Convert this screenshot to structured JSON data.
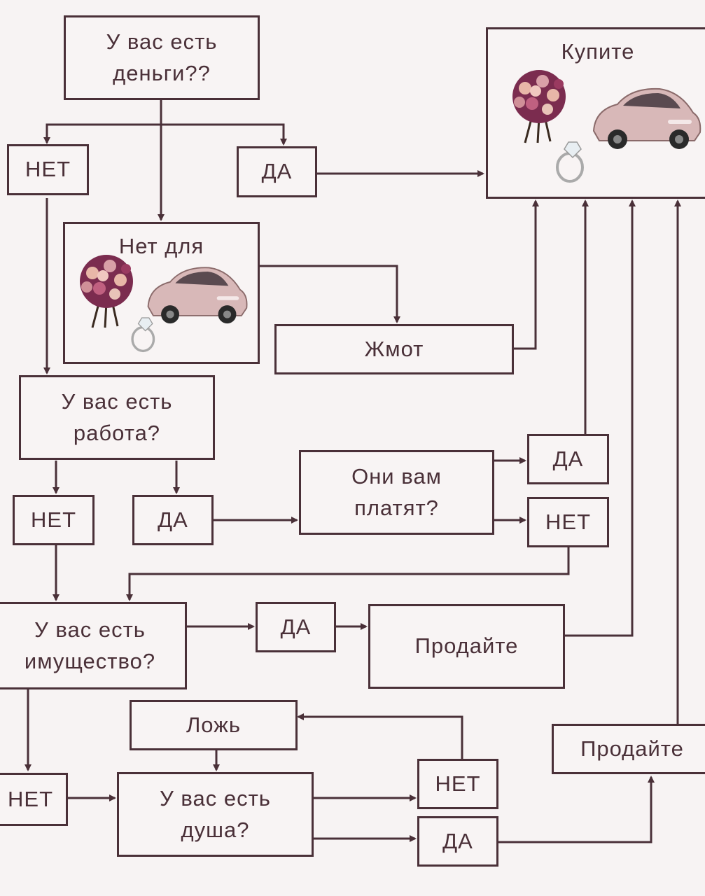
{
  "nodes": {
    "money_question": "У вас есть\nденьги??",
    "buy": "Купите",
    "no_1": "НЕТ",
    "yes_1": "ДА",
    "not_for": "Нет для",
    "cheapskate": "Жмот",
    "job_question": "У вас есть\nработа?",
    "no_2": "НЕТ",
    "yes_2": "ДА",
    "paid_question": "Они вам\nплатят?",
    "yes_3": "ДА",
    "no_3": "НЕТ",
    "property_question": "У вас есть\nимущество?",
    "yes_4": "ДА",
    "sell_1": "Продайте",
    "lie": "Ложь",
    "no_4": "НЕТ",
    "soul_question": "У вас есть\nдуша?",
    "no_5": "НЕТ",
    "yes_5": "ДА",
    "sell_2": "Продайте"
  },
  "colors": {
    "line": "#4a3038",
    "background": "#f7f3f3"
  },
  "images": [
    "flower-bouquet",
    "pink-sports-car",
    "diamond-ring"
  ]
}
